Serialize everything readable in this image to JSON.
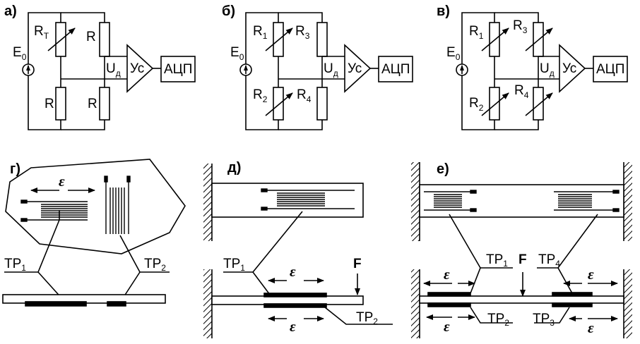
{
  "panels": {
    "a": "а)",
    "b": "б)",
    "v": "в)",
    "g": "г)",
    "d": "д)",
    "e": "е)"
  },
  "circuit": {
    "source": "E",
    "source_sub": "0",
    "voltage": "U",
    "voltage_sub": "д",
    "amplifier": "Ус",
    "adc": "АЦП",
    "r": "R",
    "r_t_sub": "Т",
    "r1_sub": "1",
    "r2_sub": "2",
    "r3_sub": "3",
    "r4_sub": "4"
  },
  "strain": {
    "epsilon": "ε",
    "force": "F",
    "tr1": "ТР",
    "tr1_sub": "1",
    "tr2": "ТР",
    "tr2_sub": "2",
    "tr3": "ТР",
    "tr3_sub": "3",
    "tr4": "ТР",
    "tr4_sub": "4"
  }
}
